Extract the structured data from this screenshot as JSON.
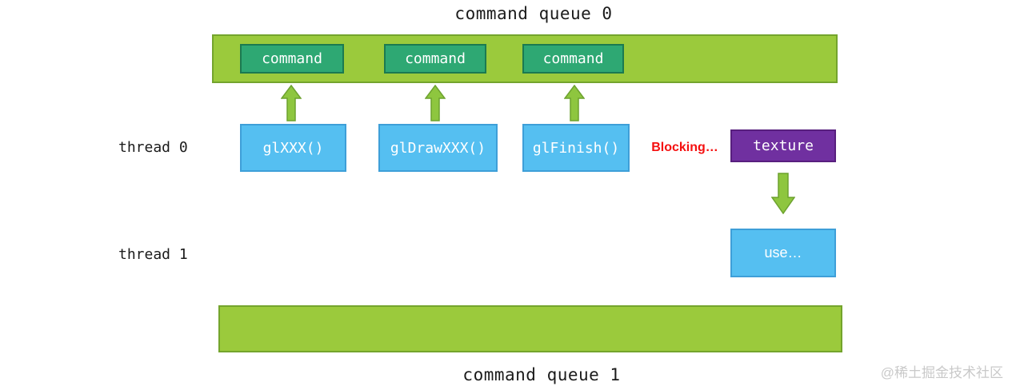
{
  "colors": {
    "bar-fill": "#9bca3c",
    "bar-border": "#74a42d",
    "command-fill": "#2ea873",
    "command-border": "#1b7a51",
    "call-fill": "#55bff1",
    "call-border": "#3e9fd8",
    "texture-fill": "#7030a0",
    "texture-border": "#581f7e",
    "arrow-fill": "#8ec63f",
    "arrow-border": "#6da22f",
    "blocking-red": "#f50f0f",
    "watermark-gray": "#c9c9c9"
  },
  "queue0": {
    "title": "command queue 0",
    "commands": [
      "command",
      "command",
      "command"
    ]
  },
  "queue1": {
    "title": "command queue 1"
  },
  "thread0": {
    "label": "thread 0",
    "calls": [
      "glXXX()",
      "glDrawXXX()",
      "glFinish()"
    ],
    "blocking": "Blocking…",
    "texture": "texture"
  },
  "thread1": {
    "label": "thread 1",
    "use": "use…"
  },
  "watermark": "@稀土掘金技术社区"
}
